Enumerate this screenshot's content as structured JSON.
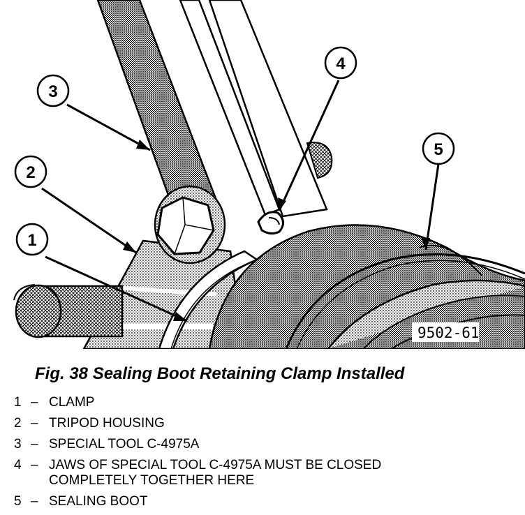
{
  "figure": {
    "code": "9502-61",
    "caption": "Fig. 38 Sealing Boot Retaining Clamp Installed"
  },
  "callouts": [
    "1",
    "2",
    "3",
    "4",
    "5"
  ],
  "legend": [
    {
      "num": "1",
      "dash": "–",
      "text": "CLAMP"
    },
    {
      "num": "2",
      "dash": "–",
      "text": "TRIPOD HOUSING"
    },
    {
      "num": "3",
      "dash": "–",
      "text": "SPECIAL TOOL C-4975A"
    },
    {
      "num": "4",
      "dash": "–",
      "text": "JAWS OF SPECIAL TOOL C-4975A MUST BE CLOSED\nCOMPLETELY TOGETHER HERE"
    },
    {
      "num": "5",
      "dash": "–",
      "text": "SEALING BOOT"
    }
  ]
}
